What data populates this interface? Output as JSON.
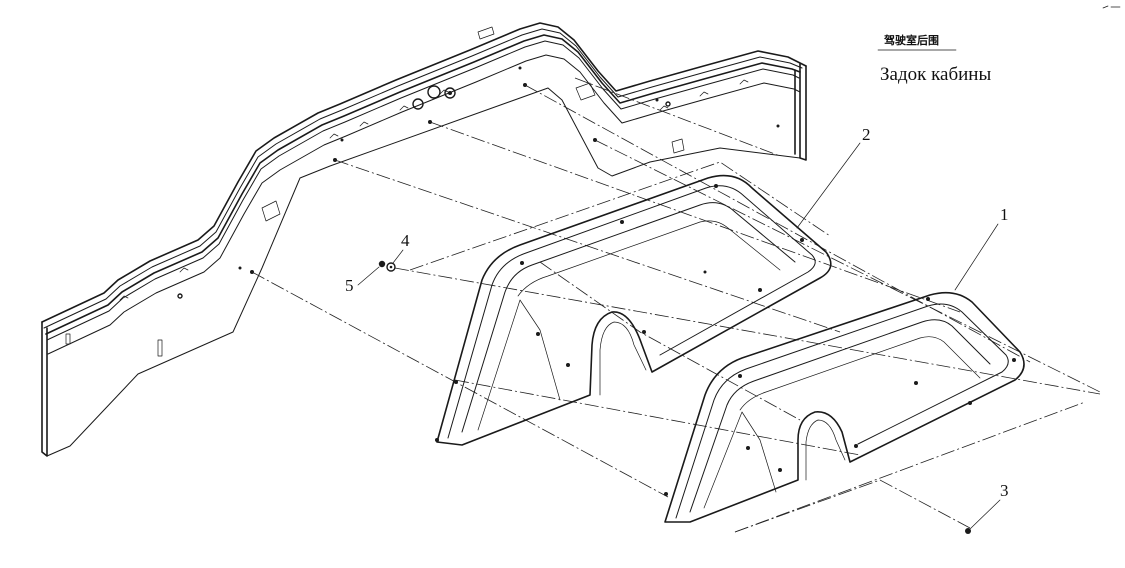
{
  "header": {
    "title_cn": "驾驶室后围",
    "title_ru": "Задок кабины"
  },
  "callouts": {
    "c1": "1",
    "c2": "2",
    "c3": "3",
    "c4": "4",
    "c5": "5"
  }
}
